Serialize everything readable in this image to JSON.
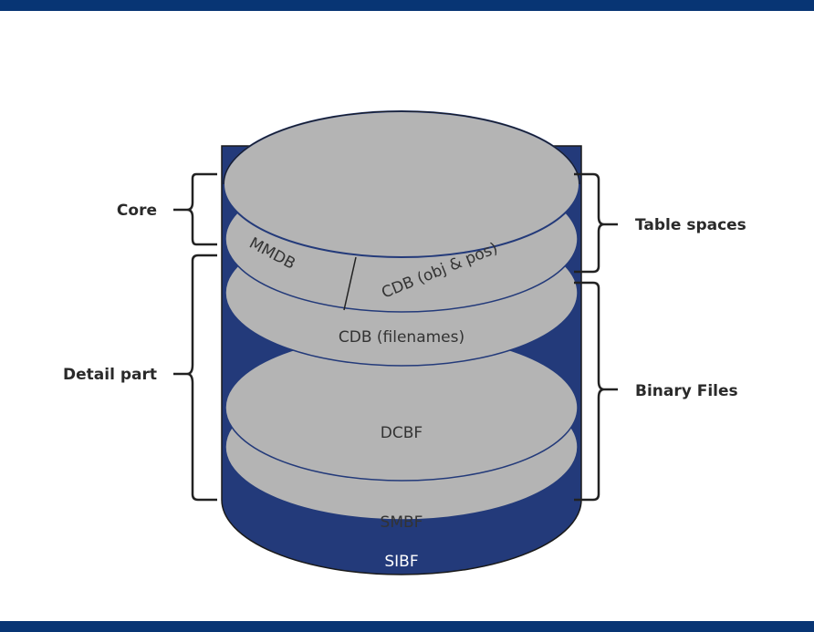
{
  "colors": {
    "header_bar": "#083574",
    "cylinder_body": "#233a7a",
    "disk_fill": "#b4b4b4",
    "disk_outline": "#233a7a",
    "bracket": "#222222"
  },
  "diagram": {
    "layers": [
      {
        "id": "top",
        "label": ""
      },
      {
        "id": "mmdb",
        "label": "MMDB"
      },
      {
        "id": "cdb-obj-pos",
        "label": "CDB (obj & pos)"
      },
      {
        "id": "cdb-filenames",
        "label": "CDB (filenames)"
      },
      {
        "id": "dcbf",
        "label": "DCBF"
      },
      {
        "id": "smbf",
        "label": "SMBF"
      },
      {
        "id": "sibf",
        "label": "SIBF"
      }
    ],
    "left_brackets": [
      {
        "label": "Core"
      },
      {
        "label": "Detail part"
      }
    ],
    "right_brackets": [
      {
        "label": "Table spaces"
      },
      {
        "label": "Binary Files"
      }
    ]
  }
}
